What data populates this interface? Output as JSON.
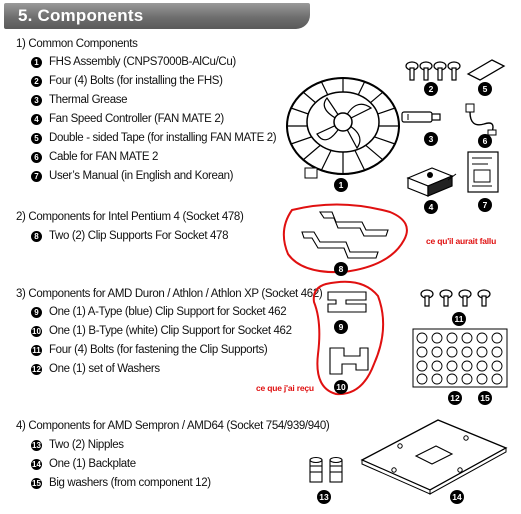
{
  "header": {
    "title": "5. Components"
  },
  "sections": [
    {
      "title": "1) Common Components",
      "items": [
        {
          "num": "1",
          "text": "FHS Assembly (CNPS7000B-AlCu/Cu)"
        },
        {
          "num": "2",
          "text": "Four (4) Bolts (for installing the FHS)"
        },
        {
          "num": "3",
          "text": "Thermal Grease"
        },
        {
          "num": "4",
          "text": "Fan Speed Controller (FAN MATE 2)"
        },
        {
          "num": "5",
          "text": "Double - sided Tape (for installing FAN MATE 2)"
        },
        {
          "num": "6",
          "text": "Cable for FAN MATE 2"
        },
        {
          "num": "7",
          "text": "User’s Manual (in English and Korean)"
        }
      ]
    },
    {
      "title": "2) Components for Intel Pentium 4 (Socket 478)",
      "items": [
        {
          "num": "8",
          "text": "Two (2) Clip Supports For Socket 478"
        }
      ]
    },
    {
      "title": "3) Components for AMD Duron / Athlon / Athlon XP (Socket 462)",
      "items": [
        {
          "num": "9",
          "text": "One (1) A-Type (blue) Clip Support for Socket 462"
        },
        {
          "num": "10",
          "text": "One (1) B-Type (white) Clip Support for Socket 462"
        },
        {
          "num": "11",
          "text": "Four (4) Bolts (for fastening the Clip Supports)"
        },
        {
          "num": "12",
          "text": "One (1) set of Washers"
        }
      ]
    },
    {
      "title": "4) Components for AMD Sempron / AMD64 (Socket 754/939/940)",
      "items": [
        {
          "num": "13",
          "text": "Two (2) Nipples"
        },
        {
          "num": "14",
          "text": "One (1) Backplate"
        },
        {
          "num": "15",
          "text": "Big washers (from component 12)"
        }
      ]
    }
  ],
  "callouts": [
    "1",
    "2",
    "3",
    "4",
    "5",
    "6",
    "7",
    "8",
    "9",
    "10",
    "11",
    "12",
    "13",
    "14",
    "15"
  ],
  "annotations": {
    "top": "ce qu'il aurait fallu",
    "bottom": "ce que j'ai reçu",
    "color": "#e01010"
  }
}
